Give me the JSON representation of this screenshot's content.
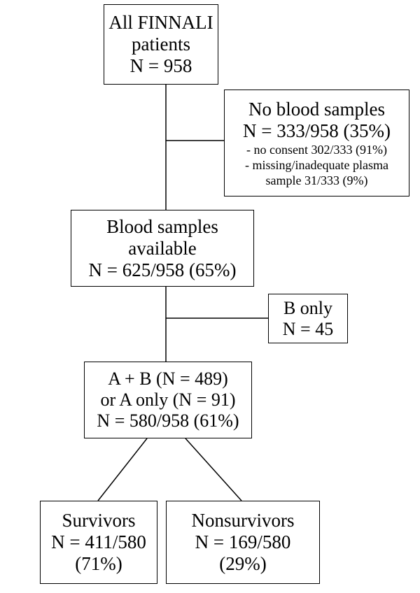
{
  "boxes": {
    "all_patients": {
      "lines": [
        "All FINNALI",
        "patients",
        "N = 958"
      ]
    },
    "no_blood": {
      "title": "No blood samples",
      "count": "N = 333/958 (35%)",
      "details": [
        "- no consent 302/333 (91%)",
        "- missing/inadequate plasma",
        "sample 31/333 (9%)"
      ]
    },
    "blood_available": {
      "lines": [
        "Blood samples",
        "available",
        "N =  625/958 (65%)"
      ]
    },
    "b_only": {
      "lines": [
        "B only",
        "N = 45"
      ]
    },
    "a_b": {
      "lines": [
        "A + B (N = 489)",
        "or A only (N = 91)",
        "N = 580/958 (61%)"
      ]
    },
    "survivors": {
      "lines": [
        "Survivors",
        "N = 411/580",
        "(71%)"
      ]
    },
    "nonsurvivors": {
      "lines": [
        "Nonsurvivors",
        "N = 169/580",
        "(29%)"
      ]
    }
  }
}
